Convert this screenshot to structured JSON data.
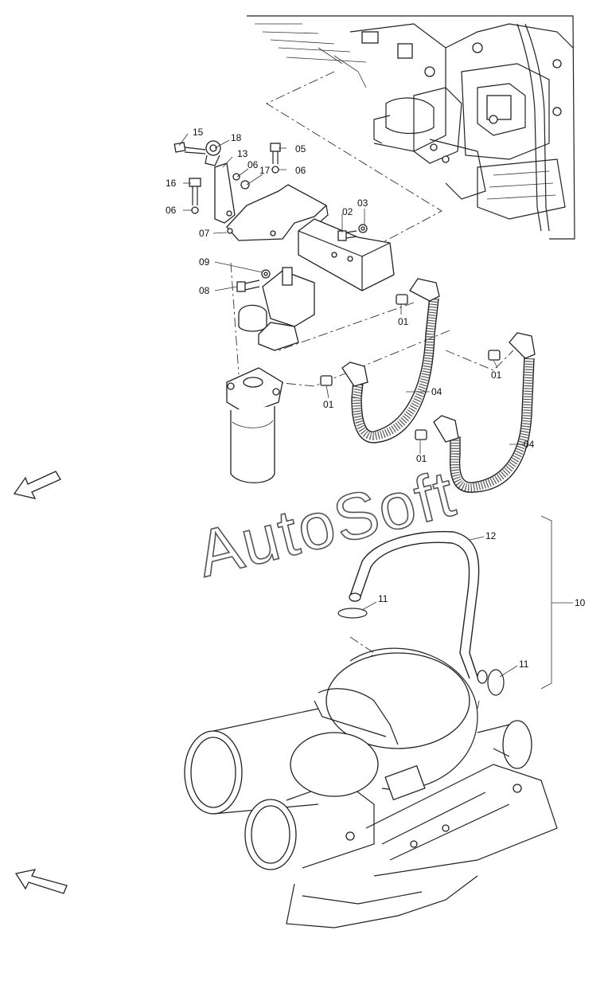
{
  "watermark": "AutoSoft",
  "callouts": {
    "c01": "01",
    "c02": "02",
    "c03": "03",
    "c04": "04",
    "c05": "05",
    "c06": "06",
    "c07": "07",
    "c08": "08",
    "c09": "09",
    "c10": "10",
    "c11": "11",
    "c12": "12",
    "c13": "13",
    "c15": "15",
    "c16": "16",
    "c17": "17",
    "c18": "18"
  },
  "icons": {
    "direction_arrow_top": "direction-arrow-icon",
    "direction_arrow_bottom": "direction-arrow-icon"
  },
  "colors": {
    "line": "#222222",
    "background": "#ffffff"
  }
}
